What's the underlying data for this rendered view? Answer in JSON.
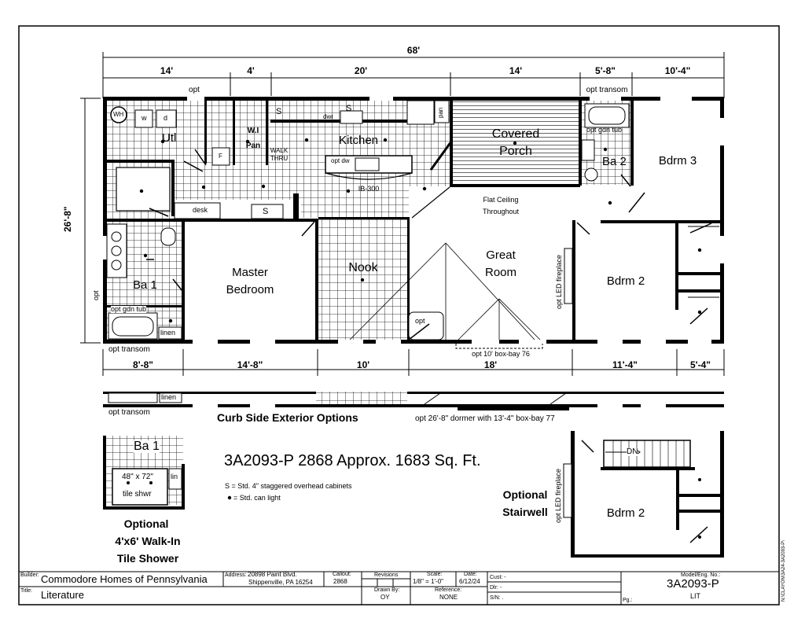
{
  "dimensions": {
    "overall": "68'",
    "top": [
      "14'",
      "4'",
      "20'",
      "14'",
      "5'-8\"",
      "10'-4\""
    ],
    "left": "26'-8\"",
    "bottom": [
      "8'-8\"",
      "14'-8\"",
      "10'",
      "18'",
      "11'-4\"",
      "5'-4\""
    ]
  },
  "rooms": {
    "kitchen": "Kitchen",
    "covered_porch": [
      "Covered",
      "Porch"
    ],
    "utility": "Utl",
    "bath2": "Ba 2",
    "bdrm3": "Bdrm 3",
    "master": [
      "Master",
      "Bedroom"
    ],
    "nook": "Nook",
    "great_room": [
      "Great",
      "Room"
    ],
    "bdrm2": "Bdrm 2",
    "bath1": "Ba 1"
  },
  "labels": {
    "opt_top": "opt",
    "opt_transom_top": "opt transom",
    "wi_pan": [
      "W.I",
      "Pan"
    ],
    "walk_thru": [
      "WALK",
      "THRU"
    ],
    "dwr": "dwr",
    "s": "S",
    "pan": "pan",
    "opt_dw": "opt dw",
    "ib": "IB-300",
    "desk": "desk",
    "flat_ceiling": [
      "Flat Ceiling",
      "Throughout"
    ],
    "opt_gdn_tub": "opt gdn tub",
    "opt_gdn_tub_ba1": "opt gdn tub",
    "linen": "linen",
    "opt_transom_bottom": "opt transom",
    "opt_left": "opt",
    "opt_led_fireplace": "opt LED fireplace",
    "opt_box_bay": "opt 10' box-bay 76",
    "opt_nook": "opt",
    "wh": "WH",
    "w": "w",
    "d": "d",
    "f": "F"
  },
  "exterior": {
    "title": "Curb Side Exterior Options",
    "opt_transom": "opt transom",
    "linen": "linen",
    "dormer": "opt 26'-8\" dormer with 13'-4\" box-bay 77"
  },
  "model": {
    "title": "3A2093-P 2868  Approx. 1683 Sq. Ft.",
    "legend_s": "S = Std. 4\" staggered overhead cabinets",
    "legend_light": "= Std. can light"
  },
  "shower_option": {
    "room": "Ba 1",
    "size": "48\" x 72\"",
    "label": "tile shwr",
    "lin": "lin",
    "caption": [
      "Optional",
      "4'x6' Walk-In",
      "Tile Shower"
    ]
  },
  "stairwell_option": {
    "dn": "DN",
    "fireplace": "opt LED fireplace",
    "room": "Bdrm 2",
    "caption": [
      "Optional",
      "Stairwell"
    ]
  },
  "title_block": {
    "builder_label": "Builder:",
    "builder": "Commodore Homes of Pennsylvania",
    "address_label": "Address:",
    "address": [
      "20898 Paint Blvd.",
      "Shippenville, PA 16254"
    ],
    "callout_label": "Callout:",
    "callout": "2868",
    "revisions_label": "Revisions",
    "scale_label": "Scale:",
    "scale": "1/8\" = 1'-0\"",
    "date_label": "Date:",
    "date": "6/12/24",
    "cust": "Cust: -",
    "dlr": "Dlr: -",
    "sn": "S/N: .",
    "model_label": "Model/Eng. No.:",
    "model": "3A2093-P",
    "lit": "LIT",
    "pg": "Pg.:",
    "title_label": "Title:",
    "title": "Literature",
    "drawn_label": "Drawn By:",
    "drawn": "OY",
    "reference_label": "Reference:",
    "reference": "NONE"
  },
  "side_note": "N:\\CLAYON\\3A24-3A2093-P\\"
}
